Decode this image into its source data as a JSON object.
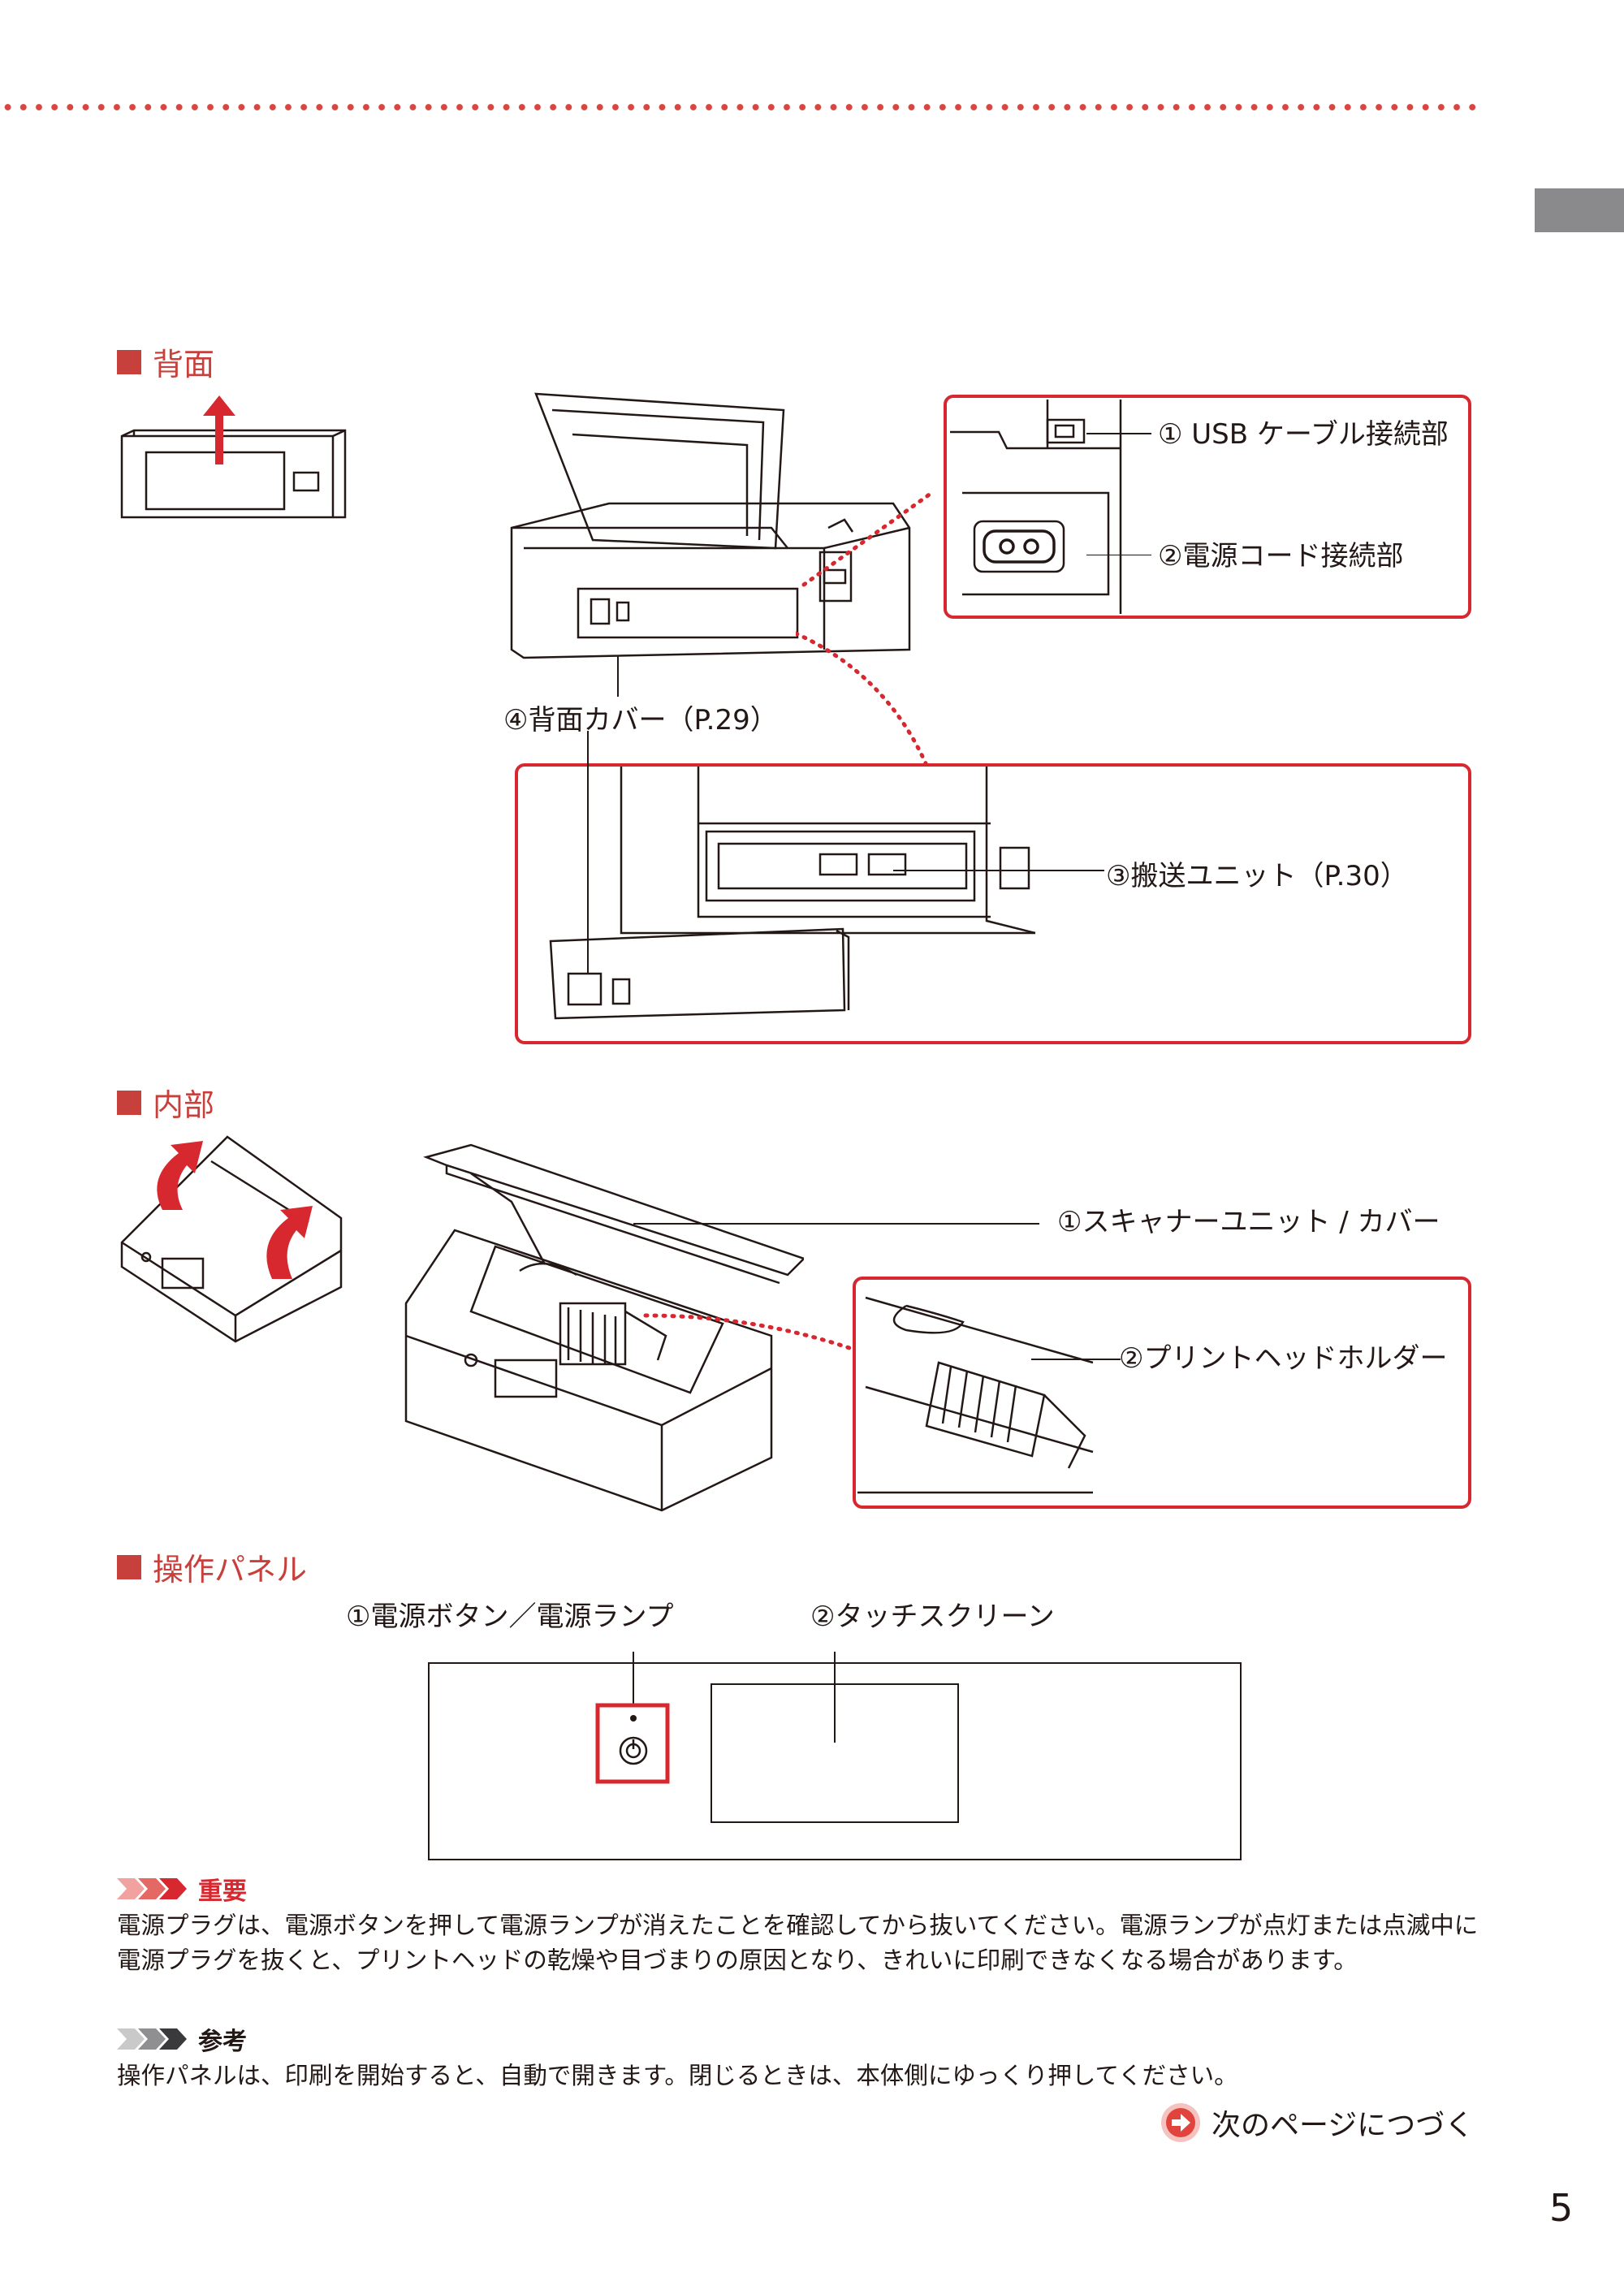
{
  "sections": {
    "back": {
      "title": "背面",
      "callouts": {
        "usb": "① USB ケーブル接続部",
        "power_cord": "②電源コード接続部",
        "transport": "③搬送ユニット（P.30）",
        "rear_cover": "④背面カバー（P.29）"
      }
    },
    "inside": {
      "title": "内部",
      "callouts": {
        "scanner": "①スキャナーユニット / カバー",
        "head_holder": "②プリントヘッドホルダー"
      }
    },
    "panel": {
      "title": "操作パネル",
      "callouts": {
        "power": "①電源ボタン／電源ランプ",
        "touch": "②タッチスクリーン"
      }
    }
  },
  "notes": {
    "important": {
      "heading": "重要",
      "body": "電源プラグは、電源ボタンを押して電源ランプが消えたことを確認してから抜いてください。電源ランプが点灯または点滅中に電源プラグを抜くと、プリントヘッドの乾燥や目づまりの原因となり、きれいに印刷できなくなる場合があります。"
    },
    "reference": {
      "heading": "参考",
      "body": "操作パネルは、印刷を開始すると、自動で開きます。閉じるときは、本体側にゆっくり押してください。"
    }
  },
  "footer": {
    "continue": "次のページにつづく",
    "page_number": "5"
  },
  "colors": {
    "accent": "#c8403b",
    "callout_box": "#d7282f",
    "side_tab": "#8a8a8c"
  }
}
